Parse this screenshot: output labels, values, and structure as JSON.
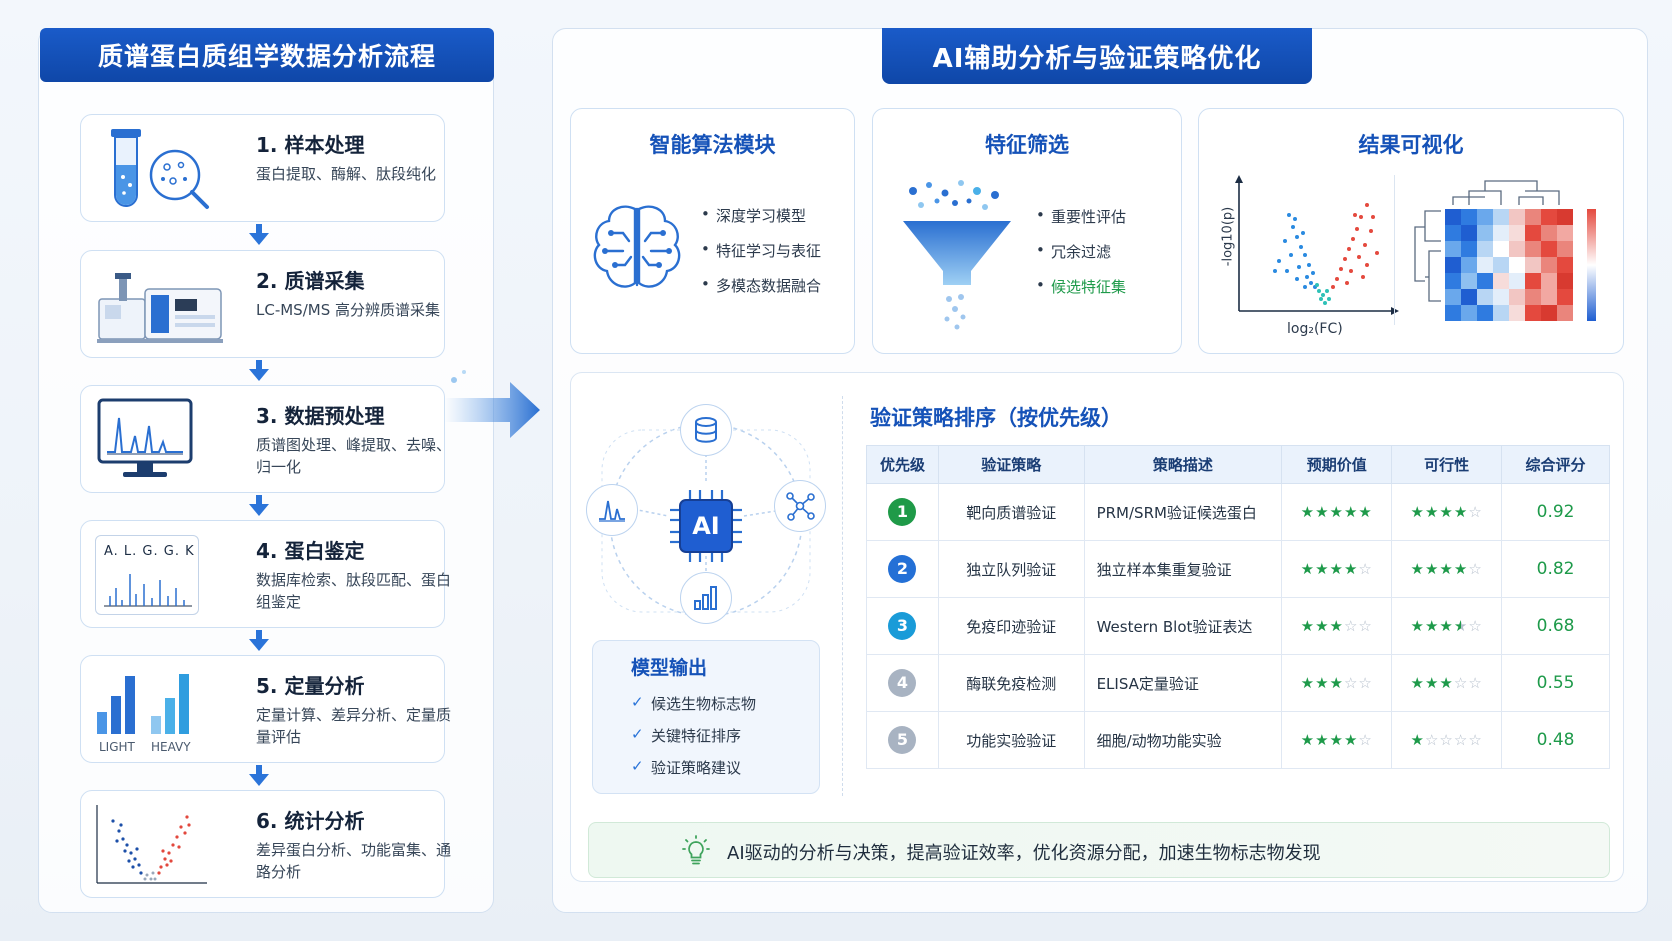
{
  "left": {
    "title": "质谱蛋白质组学数据分析流程",
    "steps": [
      {
        "title": "1. 样本处理",
        "desc": "蛋白提取、酶解、肽段纯化"
      },
      {
        "title": "2. 质谱采集",
        "desc": "LC-MS/MS 高分辨质谱采集"
      },
      {
        "title": "3. 数据预处理",
        "desc": "质谱图处理、峰提取、去噪、归一化"
      },
      {
        "title": "4. 蛋白鉴定",
        "desc": "数据库检索、肽段匹配、蛋白组鉴定"
      },
      {
        "title": "5. 定量分析",
        "desc": "定量计算、差异分析、定量质量评估"
      },
      {
        "title": "6. 统计分析",
        "desc": "差异蛋白分析、功能富集、通路分析"
      }
    ],
    "icon_labels": {
      "sequence": "A. L. G. G. K",
      "light": "LIGHT",
      "heavy": "HEAVY"
    }
  },
  "right": {
    "title": "AI辅助分析与验证策略优化",
    "modules": {
      "algo": {
        "title": "智能算法模块",
        "items": [
          "深度学习模型",
          "特征学习与表征",
          "多模态数据融合"
        ]
      },
      "feature": {
        "title": "特征筛选",
        "items": [
          "重要性评估",
          "冗余过滤",
          "候选特征集"
        ]
      },
      "viz": {
        "title": "结果可视化",
        "ylabel": "-log10(p)",
        "xlabel": "log₂(FC)"
      }
    },
    "hub": {
      "label": "AI"
    },
    "model_output": {
      "title": "模型输出",
      "items": [
        "候选生物标志物",
        "关键特征排序",
        "验证策略建议"
      ]
    },
    "strategy": {
      "title": "验证策略排序（按优先级）",
      "headers": [
        "优先级",
        "验证策略",
        "策略描述",
        "预期价值",
        "可行性",
        "综合评分"
      ],
      "rows": [
        {
          "rank": "1",
          "name": "靶向质谱验证",
          "desc": "PRM/SRM验证候选蛋白",
          "value": 5,
          "feas": 4,
          "score": "0.92",
          "color": "#1f9a48"
        },
        {
          "rank": "2",
          "name": "独立队列验证",
          "desc": "独立样本集重复验证",
          "value": 4,
          "feas": 4,
          "score": "0.82",
          "color": "#2470d6"
        },
        {
          "rank": "3",
          "name": "免疫印迹验证",
          "desc": "Western Blot验证表达",
          "value": 3,
          "feas": 3.5,
          "score": "0.68",
          "color": "#1a9bd8"
        },
        {
          "rank": "4",
          "name": "酶联免疫检测",
          "desc": "ELISA定量验证",
          "value": 3,
          "feas": 3,
          "score": "0.55",
          "color": "#a8b3c2"
        },
        {
          "rank": "5",
          "name": "功能实验验证",
          "desc": "细胞/动物功能实验",
          "value": 4,
          "feas": 1,
          "score": "0.48",
          "color": "#a8b3c2"
        }
      ]
    },
    "footer": "AI驱动的分析与决策，提高验证效率，优化资源分配，加速生物标志物发现"
  }
}
